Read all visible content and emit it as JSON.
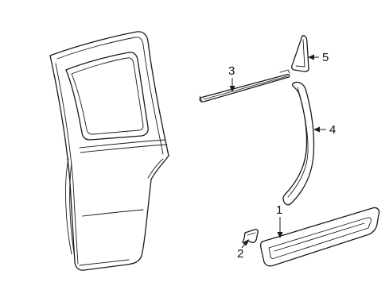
{
  "diagram": {
    "parts": [
      {
        "id": "door",
        "name": "rear-door-shell"
      },
      {
        "id": "1",
        "name": "lower-molding"
      },
      {
        "id": "2",
        "name": "clip"
      },
      {
        "id": "3",
        "name": "belt-weatherstrip"
      },
      {
        "id": "4",
        "name": "pillar-molding"
      },
      {
        "id": "5",
        "name": "upper-applique"
      }
    ],
    "callouts": {
      "c1": "1",
      "c2": "2",
      "c3": "3",
      "c4": "4",
      "c5": "5"
    }
  }
}
